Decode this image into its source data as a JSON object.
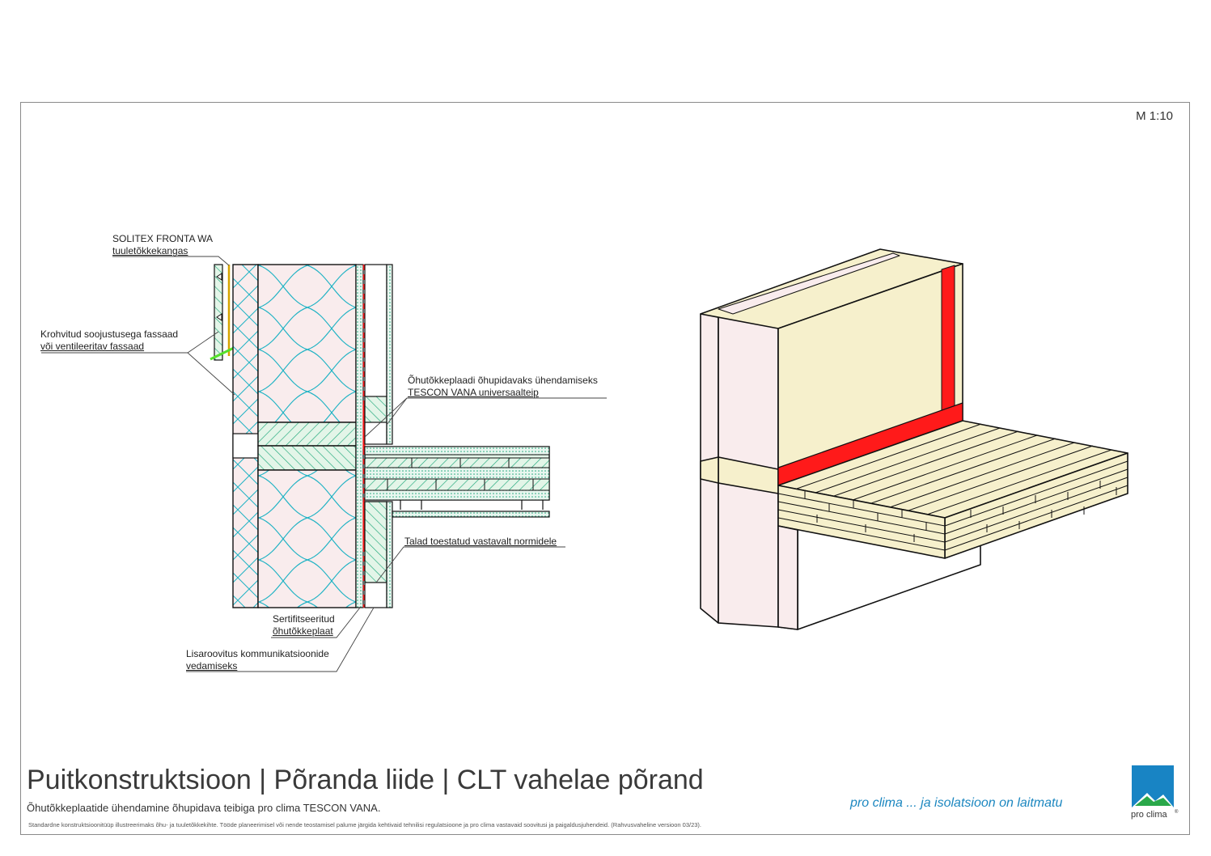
{
  "scale": "M 1:10",
  "labels": {
    "solitex": {
      "line1": "SOLITEX FRONTA WA",
      "line2": "tuuletõkkekangas"
    },
    "facade": {
      "line1": "Krohvitud soojustusega fassaad",
      "line2": "või ventileeritav fassaad"
    },
    "tape": {
      "line1": "Õhutõkkeplaadi õhupidavaks ühendamiseks",
      "line2": "TESCON VANA universaalteip"
    },
    "beams": {
      "line1": "Talad toestatud vastavalt normidele"
    },
    "board": {
      "line1": "Sertifitseeritud",
      "line2": "õhutõkkeplaat"
    },
    "batten": {
      "line1": "Lisaroovitus kommunikatsioonide",
      "line2": "vedamiseks"
    }
  },
  "footer": {
    "title": "Puitkonstruktsioon | Põranda liide | CLT vahelae põrand",
    "subtitle": "Õhutõkkeplaatide ühendamine õhupidava teibiga pro clima TESCON VANA.",
    "disclaimer": "Standardne konstruktsioonitüüp illustreerimaks õhu- ja tuuletõkkekihte. Tööde planeerimisel või nende teostamisel palume järgida kehtivaid tehnilisi regulatsioone ja pro clima vastavaid soovitusi ja paigaldusjuhendeid.  (Rahvusvaheline versioon 03/23).",
    "slogan": "pro clima ... ja isolatsioon on laitmatu",
    "brand": "pro clima"
  },
  "colors": {
    "insulation": "#f9eced",
    "insulation_curve": "#1fb3c4",
    "timber_hatch": "#1fa87a",
    "timber_fill": "#e3f5e8",
    "tape_red": "#ff1a1a",
    "osb": "#f6f0cc",
    "logo_blue": "#1884c4",
    "logo_green": "#2aa84a",
    "slogan_blue": "#1c87c0"
  }
}
